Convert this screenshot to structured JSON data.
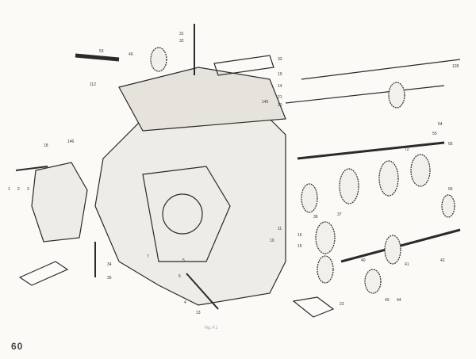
{
  "page_number": "60",
  "caption": "Fig. F.1",
  "part_labels": [
    "31",
    "32",
    "53",
    "49",
    "33",
    "112",
    "19",
    "14",
    "21",
    "20",
    "5",
    "6",
    "7",
    "4",
    "13",
    "23",
    "54",
    "55",
    "65",
    "66",
    "128",
    "145",
    "146",
    "18",
    "72",
    "1",
    "2",
    "3",
    "34",
    "35",
    "10",
    "11",
    "15",
    "16",
    "36",
    "37",
    "40",
    "41",
    "42",
    "43",
    "44"
  ],
  "colors": {
    "ink": "#2a2a2a",
    "paper": "#fbfaf7"
  }
}
